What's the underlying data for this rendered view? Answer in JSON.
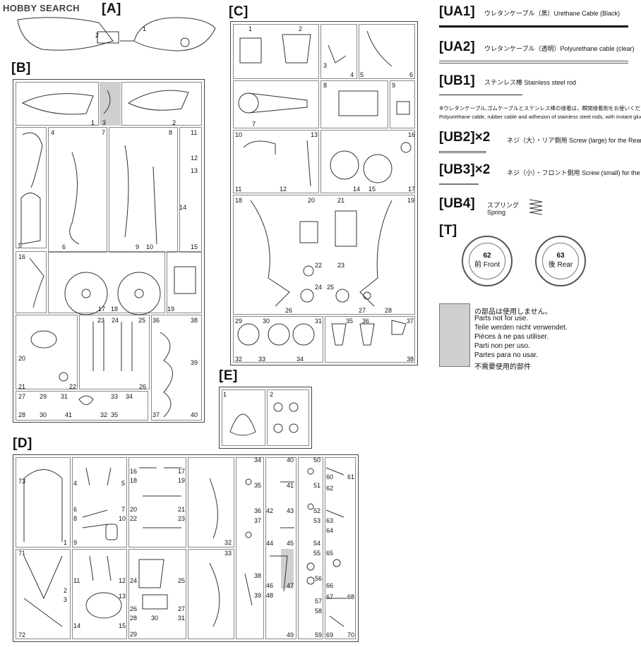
{
  "logo": {
    "text": "HOBBY SEARCH",
    "icon": "hobbysearch-logo-icon"
  },
  "sections": {
    "A": "[A]",
    "B": "[B]",
    "C": "[C]",
    "D": "[D]",
    "E": "[E]",
    "T": "[T]"
  },
  "parts_A": [
    "1",
    "2"
  ],
  "parts_B": [
    "1",
    "2",
    "3",
    "4",
    "5",
    "6",
    "7",
    "8",
    "9",
    "10",
    "11",
    "12",
    "13",
    "14",
    "15",
    "16",
    "17",
    "18",
    "19",
    "20",
    "21",
    "22",
    "23",
    "24",
    "25",
    "26",
    "27",
    "28",
    "29",
    "30",
    "31",
    "32",
    "33",
    "34",
    "35",
    "36",
    "37",
    "38",
    "39",
    "40",
    "41"
  ],
  "parts_C": [
    "1",
    "2",
    "3",
    "4",
    "5",
    "6",
    "7",
    "8",
    "9",
    "10",
    "11",
    "12",
    "13",
    "14",
    "15",
    "16",
    "17",
    "18",
    "19",
    "20",
    "21",
    "22",
    "23",
    "24",
    "25",
    "26",
    "27",
    "28",
    "29",
    "30",
    "31",
    "32",
    "33",
    "34",
    "35",
    "36",
    "37",
    "38"
  ],
  "parts_D": [
    "1",
    "2",
    "3",
    "4",
    "5",
    "6",
    "7",
    "8",
    "9",
    "10",
    "11",
    "12",
    "13",
    "14",
    "15",
    "16",
    "17",
    "18",
    "19",
    "20",
    "21",
    "22",
    "23",
    "24",
    "25",
    "26",
    "27",
    "28",
    "29",
    "30",
    "31",
    "32",
    "33",
    "34",
    "35",
    "36",
    "37",
    "38",
    "39",
    "40",
    "41",
    "42",
    "43",
    "44",
    "45",
    "46",
    "47",
    "48",
    "49",
    "50",
    "51",
    "52",
    "53",
    "54",
    "55",
    "56",
    "57",
    "58",
    "59",
    "60",
    "61",
    "62",
    "63",
    "64",
    "65",
    "66",
    "67",
    "68",
    "69",
    "70",
    "71",
    "72",
    "73"
  ],
  "parts_E": [
    "1",
    "2"
  ],
  "extras": [
    {
      "code": "[UA1]",
      "desc": "ウレタンケーブル（黒）Urethane Cable (Black)"
    },
    {
      "code": "[UA2]",
      "desc": "ウレタンケーブル（透明）Polyurethane cable (clear)"
    },
    {
      "code": "[UB1]",
      "desc": "ステンレス棒 Stainless steel rod"
    },
    {
      "code": "[UB2]×2",
      "desc": "ネジ（大）・リア側用 Screw (large) for the Rear"
    },
    {
      "code": "[UB3]×2",
      "desc": "ネジ（小）・フロント側用 Screw (small) for the Front"
    },
    {
      "code": "[UB4]",
      "desc": "スプリング",
      "desc2": "Spring"
    }
  ],
  "glue_note": {
    "line1": "※ウレタンケーブル,ゴムケーブルとステンレス棒の接着は，瞬間接着剤をお使いください。",
    "line2": "Polyurethane cable, rubber cable and adhesion of stainless steel rods, with instant glue."
  },
  "tires": [
    {
      "number": "62",
      "label": "前 Front"
    },
    {
      "number": "63",
      "label": "後 Rear"
    }
  ],
  "not_used_legend": [
    "の部品は使用しません。",
    "Parts not for use.",
    "Teile werden nicht verwendet.",
    "Pièces à ne pas utiliser.",
    "Parti non per uso.",
    "Partes para no usar.",
    "不需要使用的部件"
  ]
}
